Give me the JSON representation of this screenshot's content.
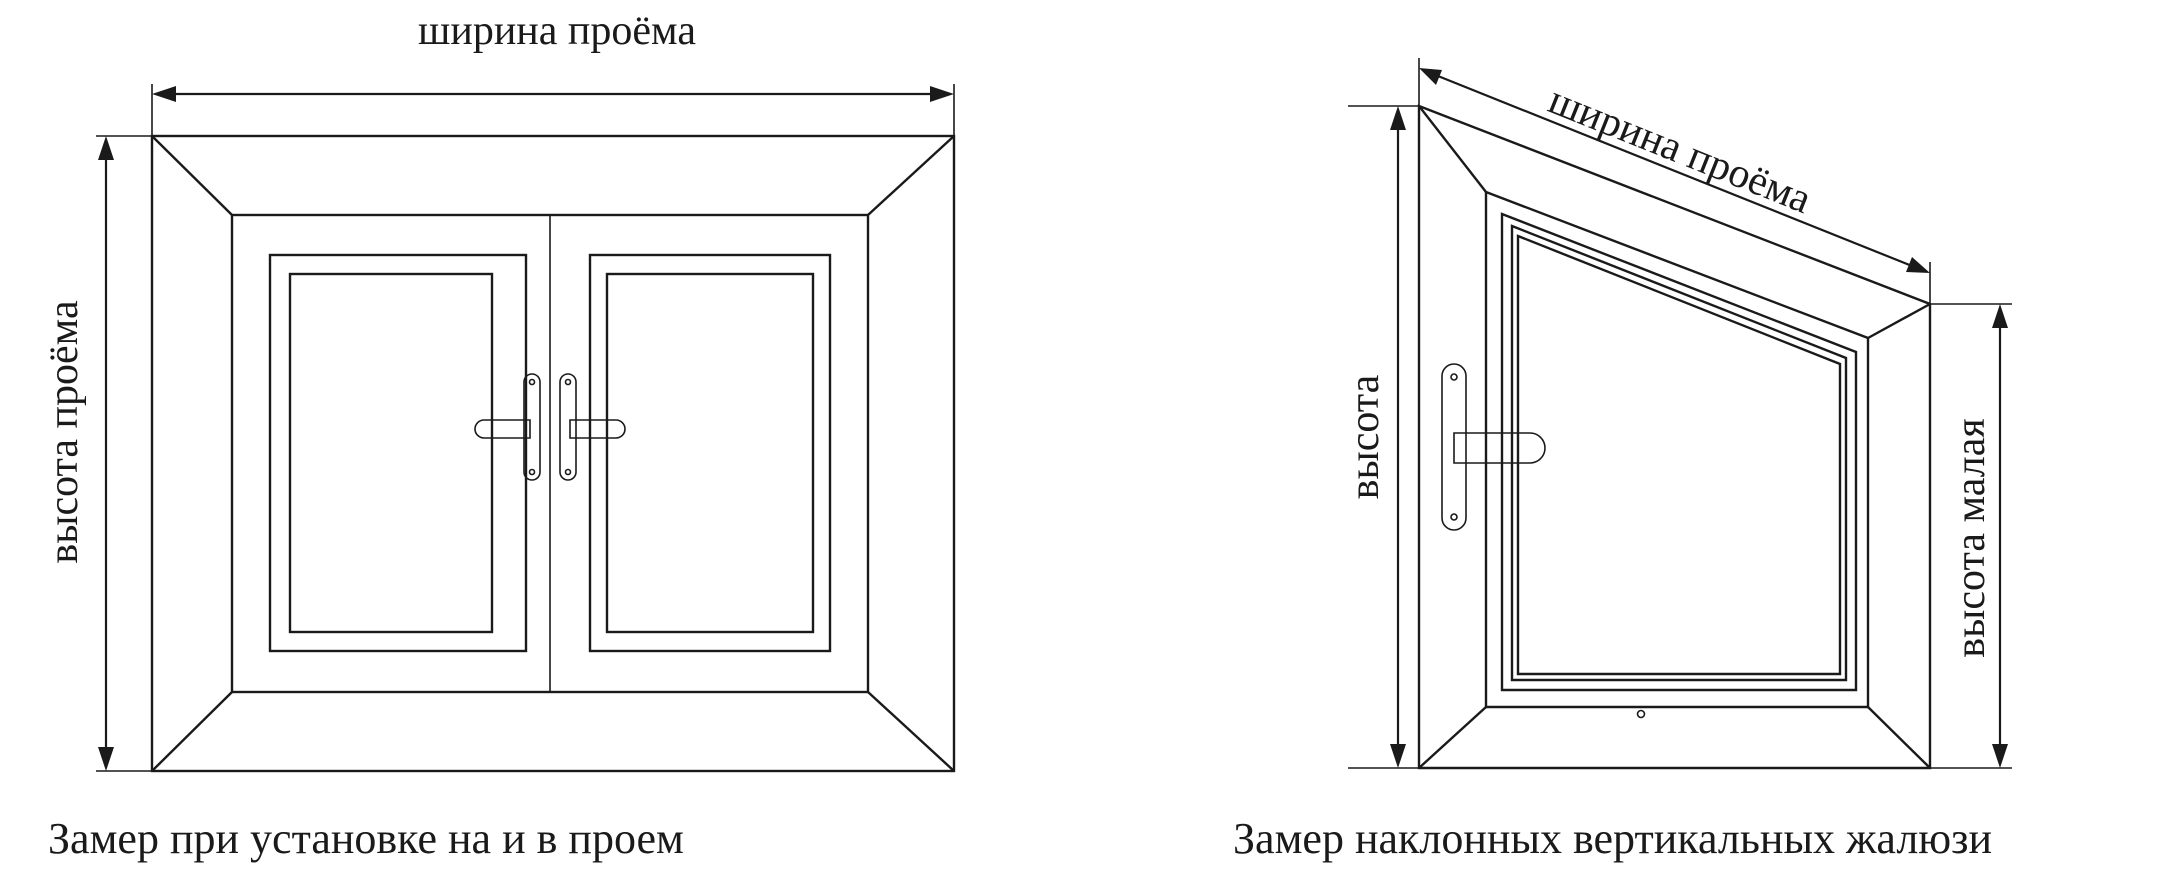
{
  "left_figure": {
    "width_label": "ширина проёма",
    "height_label": "высота проёма",
    "caption": "Замер при установке на и в проем"
  },
  "right_figure": {
    "width_label": "ширина проёма",
    "height_label": "высота",
    "small_height_label": "высота малая",
    "caption": "Замер наклонных вертикальных жалюзи"
  }
}
